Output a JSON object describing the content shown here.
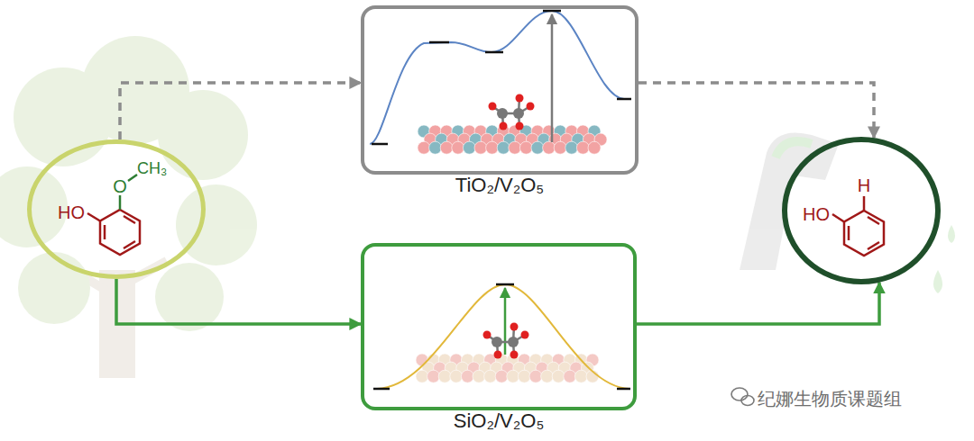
{
  "diagram": {
    "nodes": [
      {
        "text": [
          "HO",
          "O",
          "CH₃"
        ]
      },
      {
        "text": [
          "TiO₂/V₂O₅"
        ]
      },
      {
        "text": [
          "SiO₂/V₂O₅"
        ]
      },
      {
        "text": [
          "H",
          "HO"
        ]
      }
    ],
    "edges": [
      {
        "from": 0,
        "to": 1,
        "arrow": "to"
      },
      {
        "from": 1,
        "to": 3,
        "arrow": "to"
      },
      {
        "from": 0,
        "to": 2,
        "arrow": "to"
      },
      {
        "from": 2,
        "to": 3,
        "arrow": "to"
      }
    ],
    "labels": [
      "纪娜生物质课题组"
    ]
  }
}
